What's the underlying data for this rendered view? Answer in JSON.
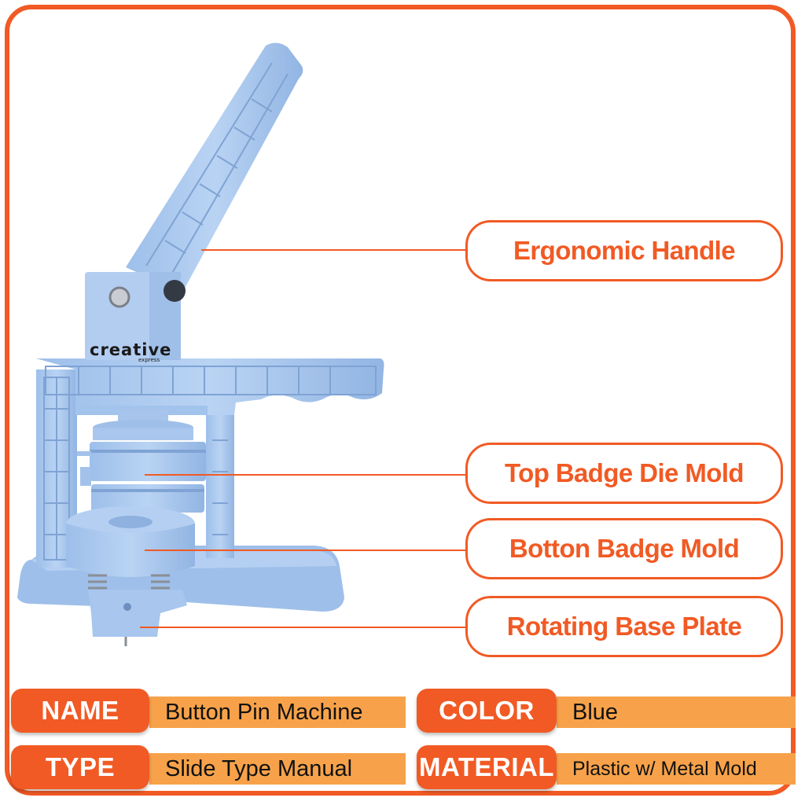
{
  "product": {
    "brand_logo": "creative",
    "brand_sub": "express",
    "colors": {
      "body": "#a9c8ef",
      "accent": "#f15a24",
      "value_bar": "#f7a24a"
    }
  },
  "callouts": [
    {
      "label": "Ergonomic Handle"
    },
    {
      "label": "Top Badge Die Mold"
    },
    {
      "label": "Botton Badge Mold"
    },
    {
      "label": "Rotating Base Plate"
    }
  ],
  "specs": {
    "name": {
      "key": "NAME",
      "value": "Button Pin Machine"
    },
    "color": {
      "key": "COLOR",
      "value": "Blue"
    },
    "type": {
      "key": "TYPE",
      "value": "Slide Type Manual"
    },
    "material": {
      "key": "MATERIAL",
      "value": "Plastic w/ Metal Mold"
    }
  }
}
